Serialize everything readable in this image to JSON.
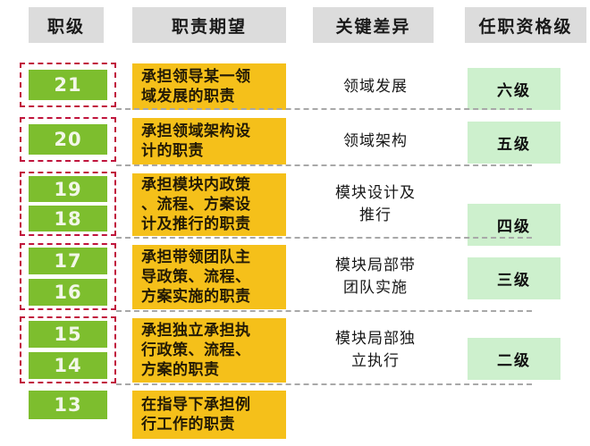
{
  "colors": {
    "header_bg": "#dcdcdc",
    "level_green": "#7dbe2e",
    "duty_gold": "#f5c01a",
    "qual_light_green": "#cdf0cd",
    "group_outline_red": "#c0143c",
    "separator_gray": "#a8a8a8",
    "page_bg": "#ffffff"
  },
  "headers": [
    {
      "label": "职级"
    },
    {
      "label": "职责期望"
    },
    {
      "label": "关键差异"
    },
    {
      "label": "任职资格级"
    }
  ],
  "groups": [
    {
      "levels": [
        "21"
      ],
      "duty": "承担领导某一领\n域发展的职责",
      "difference": "领域发展",
      "qualification": "六级",
      "outlined": true
    },
    {
      "levels": [
        "20"
      ],
      "duty": "承担领域架构设\n计的职责",
      "difference": "领域架构",
      "qualification": "五级",
      "outlined": true
    },
    {
      "levels": [
        "19",
        "18"
      ],
      "duty": "承担模块内政策\n、流程、方案设\n计及推行的职责",
      "difference": "模块设计及\n推行",
      "qualification": "四级",
      "outlined": true
    },
    {
      "levels": [
        "17",
        "16"
      ],
      "duty": "承担带领团队主\n导政策、流程、\n方案实施的职责",
      "difference": "模块局部带\n团队实施",
      "qualification": "三级",
      "outlined": true
    },
    {
      "levels": [
        "15",
        "14"
      ],
      "duty": "承担独立承担执\n行政策、流程、\n方案的职责",
      "difference": "模块局部独\n立执行",
      "qualification": "二级",
      "outlined": true
    },
    {
      "levels": [
        "13"
      ],
      "duty": "在指导下承担例\n行工作的职责",
      "difference": "",
      "qualification": "",
      "outlined": false
    }
  ]
}
